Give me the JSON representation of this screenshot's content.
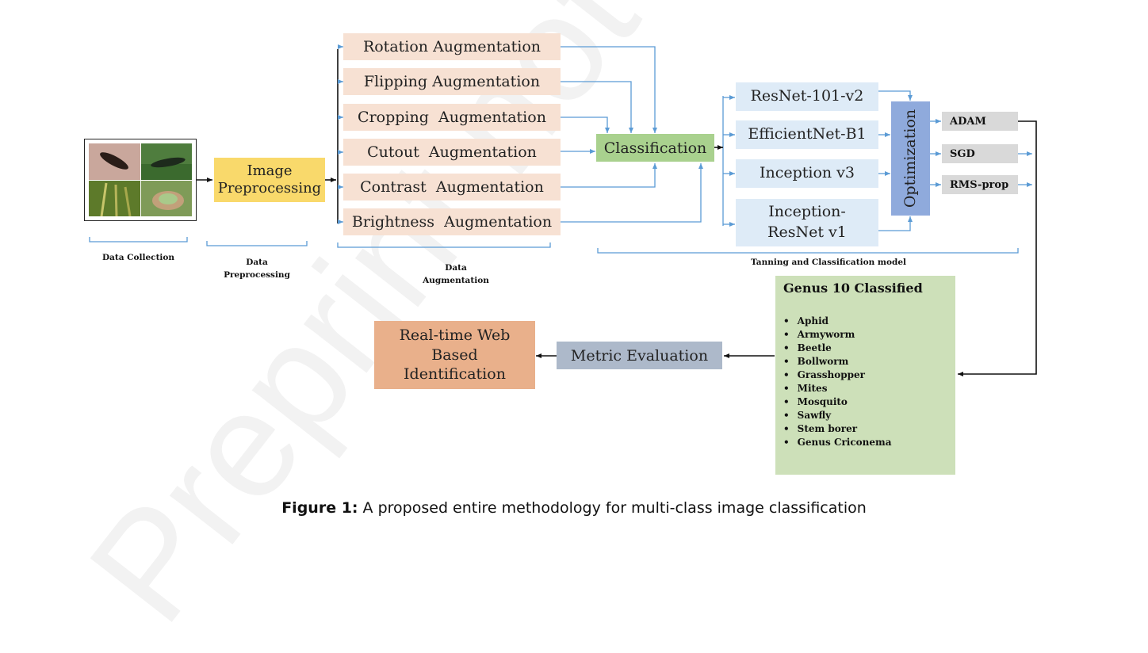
{
  "watermark": "Preprint not",
  "inputs": {
    "photos": [
      "caterpillar-photo",
      "armyworm-photo",
      "wheat-photo",
      "leaf-photo"
    ],
    "label": "Data Collection"
  },
  "preprocessing": {
    "box_line1": "Image",
    "box_line2": "Preprocessing",
    "label_line1": "Data",
    "label_line2": "Preprocessing"
  },
  "augmentation": {
    "items": [
      "Rotation Augmentation",
      "Flipping Augmentation",
      "Cropping  Augmentation",
      "Cutout  Augmentation",
      "Contrast  Augmentation",
      "Brightness  Augmentation"
    ],
    "label_line1": "Data",
    "label_line2": "Augmentation"
  },
  "classification": "Classification",
  "models": [
    "ResNet-101-v2",
    "EfficientNet-B1",
    "Inception v3",
    "Inception-",
    "ResNet v1"
  ],
  "optimization": "Optimization",
  "optimizers": [
    "ADAM",
    "SGD",
    "RMS-prop"
  ],
  "training_label": "Tanning and Classification model",
  "genus": {
    "title": "Genus 10 Classified",
    "classes": [
      "Aphid",
      "Armyworm",
      "Beetle",
      "Bollworm",
      "Grasshopper",
      "Mites",
      "Mosquito",
      "Sawfly",
      "Stem borer",
      "Genus Criconema"
    ]
  },
  "metric": "Metric Evaluation",
  "web": {
    "line1": "Real-time Web",
    "line2": "Based",
    "line3": "Identification"
  },
  "caption": {
    "prefix": "Figure 1:",
    "text": " A proposed entire methodology for multi-class image classification"
  },
  "colors": {
    "augmentation": "#f7e1d3",
    "preprocessing": "#f9d96b",
    "classification": "#a9d18e",
    "model": "#deebf7",
    "optimization": "#8faadc",
    "optimizer": "#d9d9d9",
    "genus": "#cde0b9",
    "metric": "#adb9ca",
    "web": "#e9b08b",
    "arrow_blue": "#5b9bd5"
  }
}
